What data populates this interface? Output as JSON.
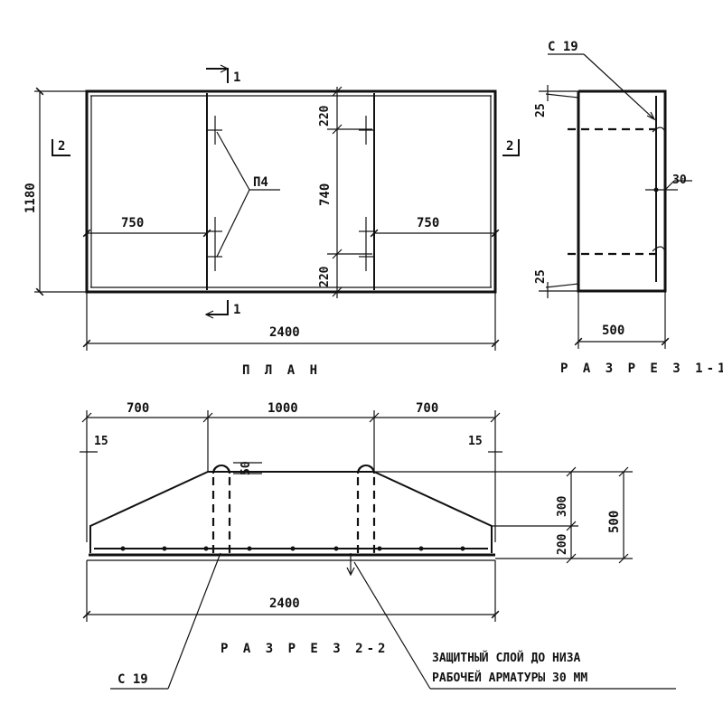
{
  "plan": {
    "title": "П Л А Н",
    "dim_total_length": "2400",
    "dim_total_width": "1180",
    "dim_left_part": "750",
    "dim_right_part": "750",
    "dim_middle": "740",
    "dim_top_offset": "220",
    "dim_bottom_offset": "220",
    "loop_mark": "П4",
    "cut_1": "1",
    "cut_2": "2"
  },
  "section_1_1": {
    "title": "Р А З Р Е З  1-1",
    "rebar_mark": "С 19",
    "dim_width": "500",
    "dim_top": "25",
    "dim_bottom": "25",
    "dim_cover": "30"
  },
  "section_2_2": {
    "title": "Р А З Р Е З  2-2",
    "dim_left": "700",
    "dim_middle": "1000",
    "dim_right": "700",
    "dim_edge_left": "15",
    "dim_edge_right": "15",
    "dim_total": "2400",
    "dim_loop": "50",
    "dim_upper": "300",
    "dim_lower": "200",
    "dim_height": "500",
    "rebar_mark": "С 19",
    "note_line1": "ЗАЩИТНЫЙ СЛОЙ ДО НИЗА",
    "note_line2": "РАБОЧЕЙ АРМАТУРЫ 30 ММ"
  }
}
